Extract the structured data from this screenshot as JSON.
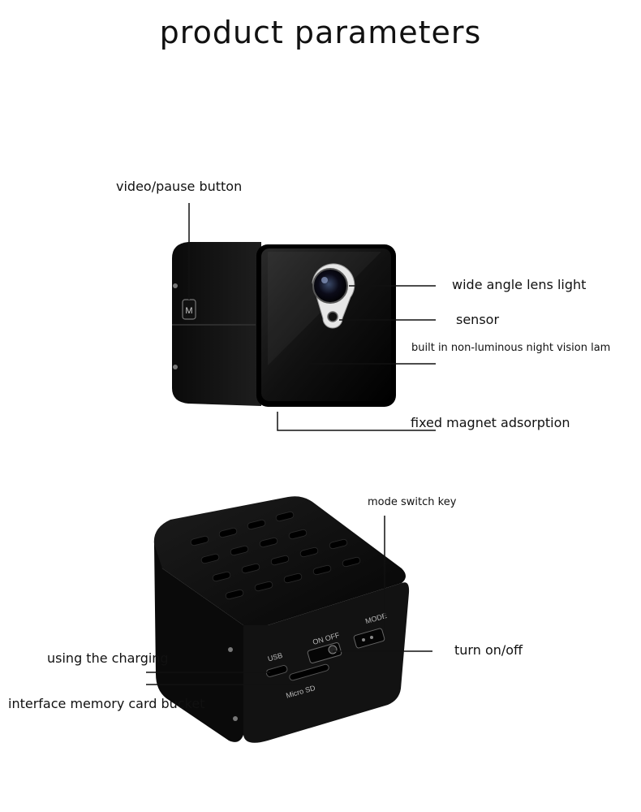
{
  "title": "product parameters",
  "top_view": {
    "callouts": {
      "video_pause": "video/pause button",
      "wide_angle": "wide angle  lens light",
      "sensor": "sensor",
      "night_vision": "built in non-luminous night vision lam",
      "magnet": "fixed magnet adsorption"
    },
    "device_marks": {
      "mode_letter": "M"
    }
  },
  "bottom_view": {
    "callouts": {
      "mode_switch": "mode switch key",
      "turn_onoff": "turn on/off",
      "charging": "using the charging",
      "memory_card": "interface memory card bucket"
    },
    "device_marks": {
      "usb": "USB",
      "on_off": "ON OFF",
      "mode": "MODE",
      "micro_sd": "Micro SD"
    }
  },
  "colors": {
    "body": "#0d0d0d",
    "face": "#1a1a1a",
    "lines": "#111111"
  }
}
